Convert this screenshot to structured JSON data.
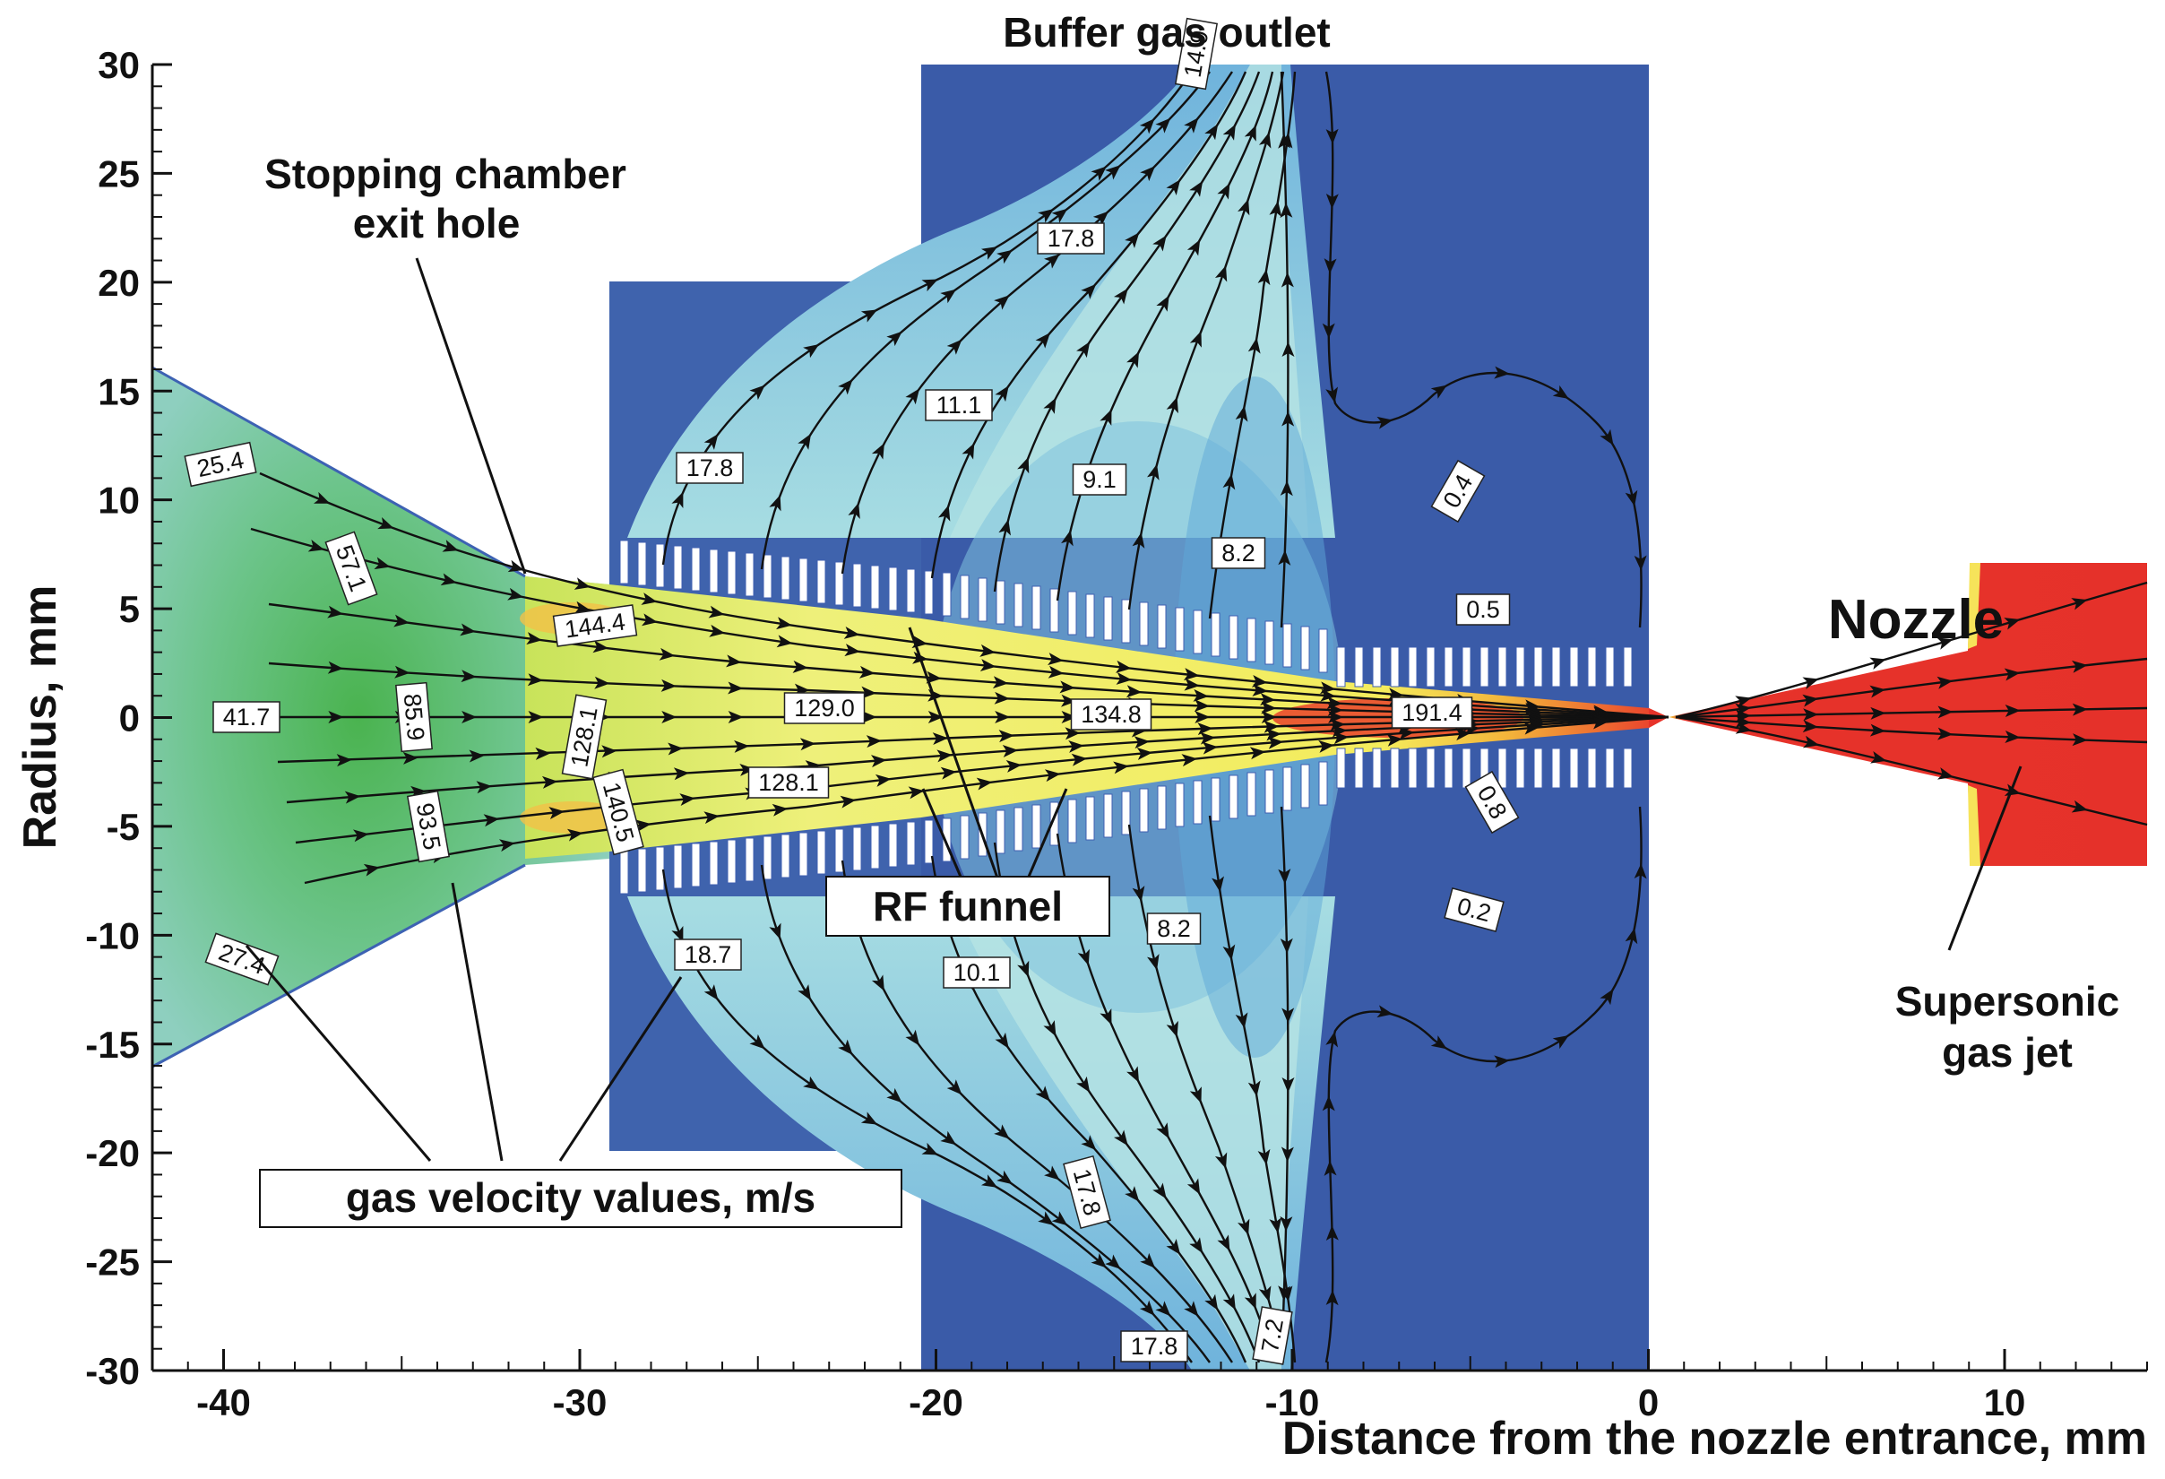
{
  "axes": {
    "x_ticks": [
      "-40",
      "-30",
      "-20",
      "-10",
      "0",
      "10"
    ],
    "y_ticks": [
      "30",
      "25",
      "20",
      "15",
      "10",
      "5",
      "0",
      "-5",
      "-10",
      "-15",
      "-20",
      "-25",
      "-30"
    ],
    "xlabel": "Distance from the nozzle entrance, mm",
    "ylabel": "Radius, mm",
    "xlim": [
      -42,
      14
    ],
    "ylim": [
      -30,
      30
    ]
  },
  "annotations": {
    "buffer_gas_outlet": "Buffer gas outlet",
    "stopping_chamber_line1": "Stopping chamber",
    "stopping_chamber_line2": "exit hole",
    "nozzle": "Nozzle",
    "rf_funnel": "RF funnel",
    "gas_velocity": "gas velocity values, m/s",
    "supersonic_line1": "Supersonic",
    "supersonic_line2": "gas jet"
  },
  "velocity_labels": [
    "25.4",
    "57.1",
    "41.7",
    "85.9",
    "93.5",
    "27.4",
    "144.4",
    "128.1",
    "140.5",
    "129.0",
    "128.1",
    "134.8",
    "191.4",
    "17.8",
    "11.1",
    "17.8",
    "9.1",
    "14.9",
    "8.2",
    "0.4",
    "0.5",
    "0.8",
    "0.2",
    "18.7",
    "10.1",
    "8.2",
    "17.8",
    "17.8",
    "7.2"
  ],
  "colors": {
    "low_velocity": "#3a5fae",
    "mid_velocity": "#8ed0e3",
    "entrance_region": "#5cbf6a",
    "high_velocity": "#f2ef6c",
    "max_velocity": "#e7332a"
  }
}
